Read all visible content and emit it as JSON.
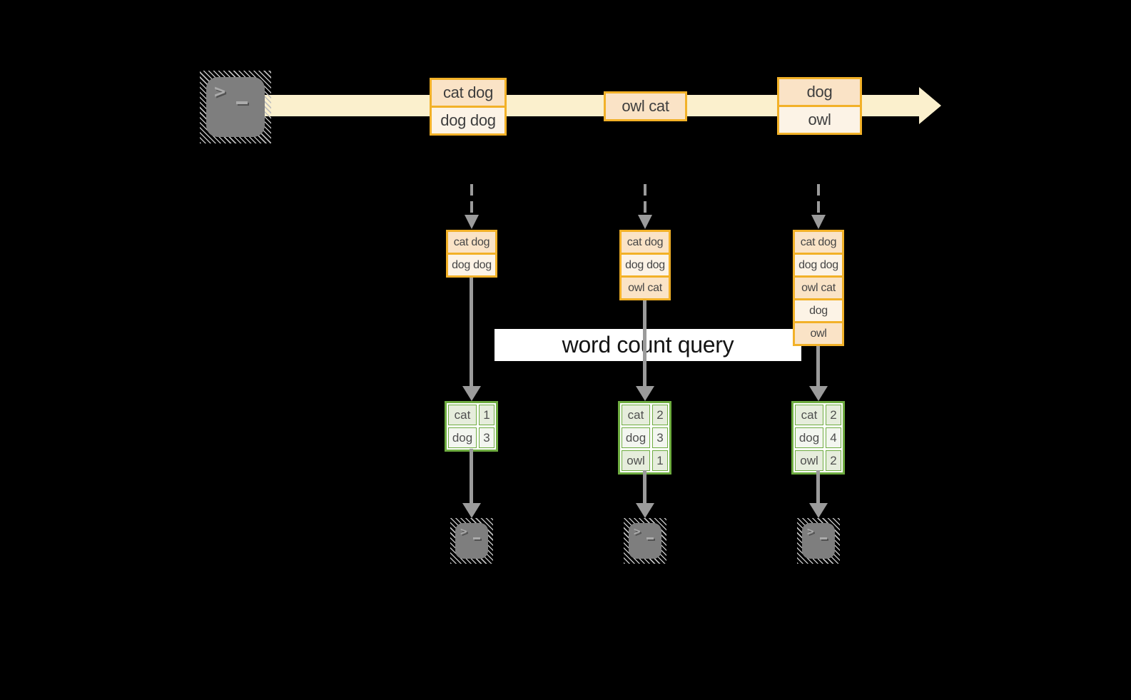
{
  "banner": {
    "label": "word count query"
  },
  "icons": {
    "prompt": ">"
  },
  "stream": {
    "events": [
      {
        "rows": [
          "cat dog",
          "dog dog"
        ]
      },
      {
        "rows": [
          "owl cat"
        ]
      },
      {
        "rows": [
          "dog",
          "owl"
        ]
      }
    ]
  },
  "columns": [
    {
      "buffer": [
        "cat dog",
        "dog dog"
      ],
      "counts": [
        {
          "word": "cat",
          "count": "1"
        },
        {
          "word": "dog",
          "count": "3"
        }
      ]
    },
    {
      "buffer": [
        "cat dog",
        "dog dog",
        "owl cat"
      ],
      "counts": [
        {
          "word": "cat",
          "count": "2"
        },
        {
          "word": "dog",
          "count": "3"
        },
        {
          "word": "owl",
          "count": "1"
        }
      ]
    },
    {
      "buffer": [
        "cat dog",
        "dog dog",
        "owl cat",
        "dog",
        "owl"
      ],
      "counts": [
        {
          "word": "cat",
          "count": "2"
        },
        {
          "word": "dog",
          "count": "4"
        },
        {
          "word": "owl",
          "count": "2"
        }
      ]
    }
  ],
  "colors": {
    "stream_band": "#FBF0CD",
    "event_border": "#F2B128",
    "event_fill_dark": "#FAE3C6",
    "event_fill_light": "#FCF3E6",
    "table_border": "#6EAC40",
    "table_cell_dark": "#E6EDDC",
    "table_cell_light": "#F3F6F0",
    "arrow": "#9B9B9B",
    "terminal": "#7E7E7E",
    "banner_bg": "#FFFFFF"
  }
}
